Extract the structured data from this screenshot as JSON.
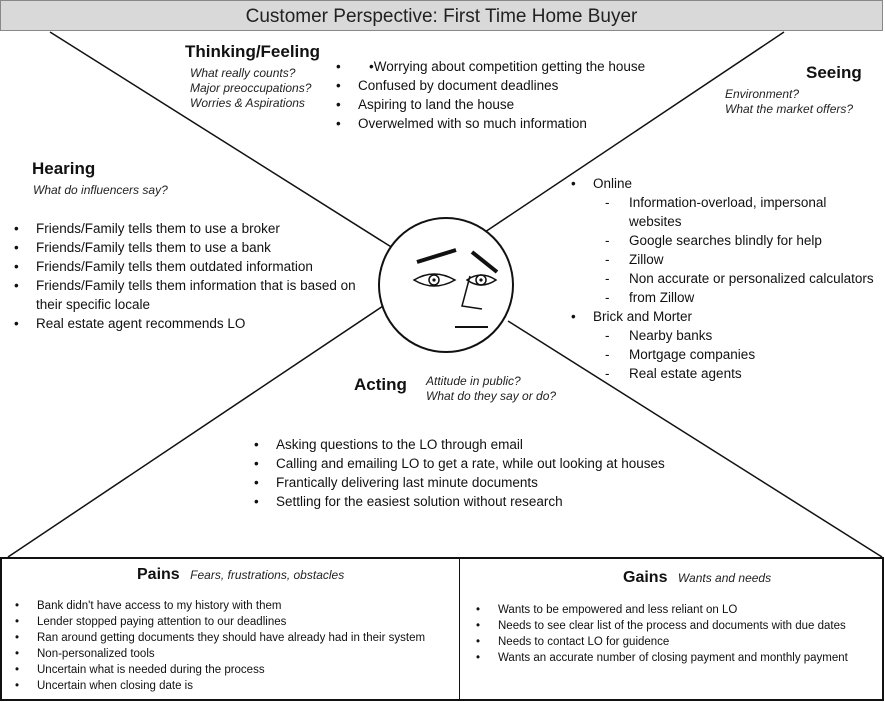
{
  "title": "Customer Perspective: First Time Home Buyer",
  "thinking": {
    "heading": "Thinking/Feeling",
    "prompts": [
      "What really counts?",
      "Major preoccupations?",
      "Worries & Aspirations"
    ],
    "items": [
      "•Worrying about competition getting the house",
      "Confused by document deadlines",
      "Aspiring to land the house",
      "Overwelmed with so much information"
    ]
  },
  "seeing": {
    "heading": "Seeing",
    "prompts": [
      "Environment?",
      "What the market offers?"
    ],
    "groups": [
      {
        "label": "Online",
        "items": [
          "Information-overload, impersonal websites",
          "Google searches blindly for help",
          "Zillow",
          "Non accurate or personalized calculators",
          "from Zillow"
        ]
      },
      {
        "label": "Brick and Morter",
        "items": [
          "Nearby banks",
          "Mortgage companies",
          "Real estate agents"
        ]
      }
    ]
  },
  "hearing": {
    "heading": "Hearing",
    "prompts": [
      "What do influencers say?"
    ],
    "items": [
      "Friends/Family tells them to use a broker",
      "Friends/Family tells them to use a bank",
      "Friends/Family tells them outdated  information",
      "Friends/Family tells them information that is based on their specific locale",
      "Real estate agent recommends LO"
    ]
  },
  "acting": {
    "heading": "Acting",
    "prompts": [
      "Attitude in public?",
      "What do they say or do?"
    ],
    "items": [
      "Asking questions to the LO through email",
      "Calling and emailing LO to get a rate, while out looking at houses",
      "Frantically delivering last minute documents",
      "Settling for the easiest solution without research"
    ]
  },
  "pains": {
    "heading": "Pains",
    "subtitle": "Fears, frustrations, obstacles",
    "items": [
      "Bank didn't have access to my history with them",
      "Lender stopped paying attention to our deadlines",
      "Ran around getting documents they should have already had in their system",
      "Non-personalized tools",
      "Uncertain what is needed during the process",
      "Uncertain when closing date is"
    ]
  },
  "gains": {
    "heading": "Gains",
    "subtitle": "Wants and needs",
    "items": [
      "Wants to be empowered and less reliant on LO",
      "Needs to see clear list of the process and documents with due dates",
      "Needs to contact LO for guidence",
      "Wants an accurate number of closing payment and monthly payment"
    ]
  }
}
